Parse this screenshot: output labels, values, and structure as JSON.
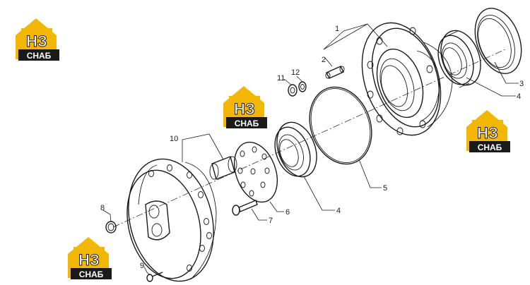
{
  "diagram": {
    "callouts": [
      {
        "id": "1",
        "label": "1"
      },
      {
        "id": "2",
        "label": "2"
      },
      {
        "id": "3",
        "label": "3"
      },
      {
        "id": "4a",
        "label": "4"
      },
      {
        "id": "4b",
        "label": "4"
      },
      {
        "id": "5",
        "label": "5"
      },
      {
        "id": "6",
        "label": "6"
      },
      {
        "id": "7",
        "label": "7"
      },
      {
        "id": "8",
        "label": "8"
      },
      {
        "id": "9",
        "label": "9"
      },
      {
        "id": "10",
        "label": "10"
      },
      {
        "id": "11",
        "label": "11"
      },
      {
        "id": "12",
        "label": "12"
      }
    ]
  },
  "watermarks": [
    {
      "mark": "НЗ",
      "sub": "СНАБ"
    },
    {
      "mark": "НЗ",
      "sub": "СНАБ"
    },
    {
      "mark": "НЗ",
      "sub": "СНАБ"
    },
    {
      "mark": "НЗ",
      "sub": "СНАБ"
    }
  ],
  "colors": {
    "logo_yellow": "#f2b705",
    "logo_dark": "#1a1a1a",
    "line": "#1a1a1a"
  }
}
